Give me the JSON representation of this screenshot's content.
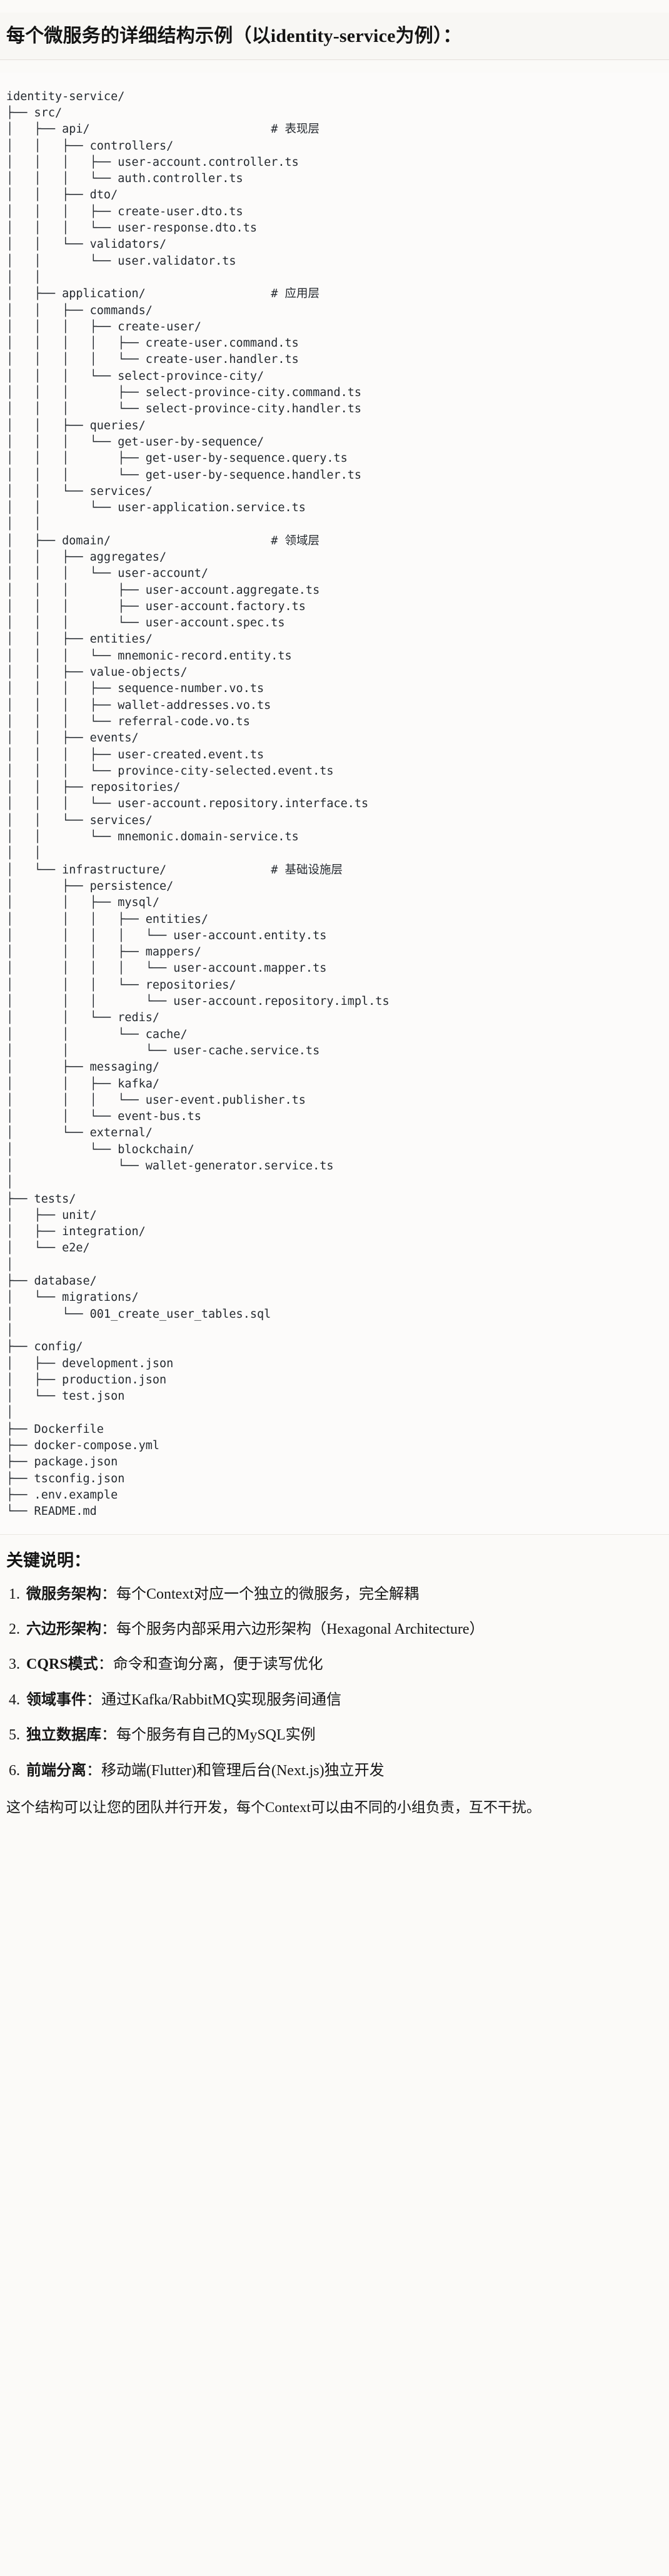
{
  "heading": "每个微服务的详细结构示例（以identity-service为例）：",
  "tree": {
    "root_label": "identity-service/",
    "text": "identity-service/\n├── src/\n│   ├── api/                          # 表现层\n│   │   ├── controllers/\n│   │   │   ├── user-account.controller.ts\n│   │   │   └── auth.controller.ts\n│   │   ├── dto/\n│   │   │   ├── create-user.dto.ts\n│   │   │   └── user-response.dto.ts\n│   │   └── validators/\n│   │       └── user.validator.ts\n│   │\n│   ├── application/                  # 应用层\n│   │   ├── commands/\n│   │   │   ├── create-user/\n│   │   │   │   ├── create-user.command.ts\n│   │   │   │   └── create-user.handler.ts\n│   │   │   └── select-province-city/\n│   │   │       ├── select-province-city.command.ts\n│   │   │       └── select-province-city.handler.ts\n│   │   ├── queries/\n│   │   │   └── get-user-by-sequence/\n│   │   │       ├── get-user-by-sequence.query.ts\n│   │   │       └── get-user-by-sequence.handler.ts\n│   │   └── services/\n│   │       └── user-application.service.ts\n│   │\n│   ├── domain/                       # 领域层\n│   │   ├── aggregates/\n│   │   │   └── user-account/\n│   │   │       ├── user-account.aggregate.ts\n│   │   │       ├── user-account.factory.ts\n│   │   │       └── user-account.spec.ts\n│   │   ├── entities/\n│   │   │   └── mnemonic-record.entity.ts\n│   │   ├── value-objects/\n│   │   │   ├── sequence-number.vo.ts\n│   │   │   ├── wallet-addresses.vo.ts\n│   │   │   └── referral-code.vo.ts\n│   │   ├── events/\n│   │   │   ├── user-created.event.ts\n│   │   │   └── province-city-selected.event.ts\n│   │   ├── repositories/\n│   │   │   └── user-account.repository.interface.ts\n│   │   └── services/\n│   │       └── mnemonic.domain-service.ts\n│   │\n│   └── infrastructure/               # 基础设施层\n│       ├── persistence/\n│       │   ├── mysql/\n│       │   │   ├── entities/\n│       │   │   │   └── user-account.entity.ts\n│       │   │   ├── mappers/\n│       │   │   │   └── user-account.mapper.ts\n│       │   │   └── repositories/\n│       │   │       └── user-account.repository.impl.ts\n│       │   └── redis/\n│       │       └── cache/\n│       │           └── user-cache.service.ts\n│       ├── messaging/\n│       │   ├── kafka/\n│       │   │   └── user-event.publisher.ts\n│       │   └── event-bus.ts\n│       └── external/\n│           └── blockchain/\n│               └── wallet-generator.service.ts\n│\n├── tests/\n│   ├── unit/\n│   ├── integration/\n│   └── e2e/\n│\n├── database/\n│   └── migrations/\n│       └── 001_create_user_tables.sql\n│\n├── config/\n│   ├── development.json\n│   ├── production.json\n│   └── test.json\n│\n├── Dockerfile\n├── docker-compose.yml\n├── package.json\n├── tsconfig.json\n├── .env.example\n└── README.md",
    "layer_comments": [
      {
        "target": "api/",
        "comment": "# 表现层"
      },
      {
        "target": "application/",
        "comment": "# 应用层"
      },
      {
        "target": "domain/",
        "comment": "# 领域层"
      },
      {
        "target": "infrastructure/",
        "comment": "# 基础设施层"
      }
    ]
  },
  "notes": {
    "title": "关键说明：",
    "items": [
      {
        "term": "微服务架构",
        "sep": "：",
        "desc": "每个Context对应一个独立的微服务，完全解耦"
      },
      {
        "term": "六边形架构",
        "sep": "：",
        "desc": "每个服务内部采用六边形架构（Hexagonal Architecture）"
      },
      {
        "term": "CQRS模式",
        "sep": "：",
        "desc": "命令和查询分离，便于读写优化"
      },
      {
        "term": "领域事件",
        "sep": "：",
        "desc": "通过Kafka/RabbitMQ实现服务间通信"
      },
      {
        "term": "独立数据库",
        "sep": "：",
        "desc": "每个服务有自己的MySQL实例"
      },
      {
        "term": "前端分离",
        "sep": "：",
        "desc": "移动端(Flutter)和管理后台(Next.js)独立开发"
      }
    ],
    "closing": "这个结构可以让您的团队并行开发，每个Context可以由不同的小组负责，互不干扰。"
  }
}
